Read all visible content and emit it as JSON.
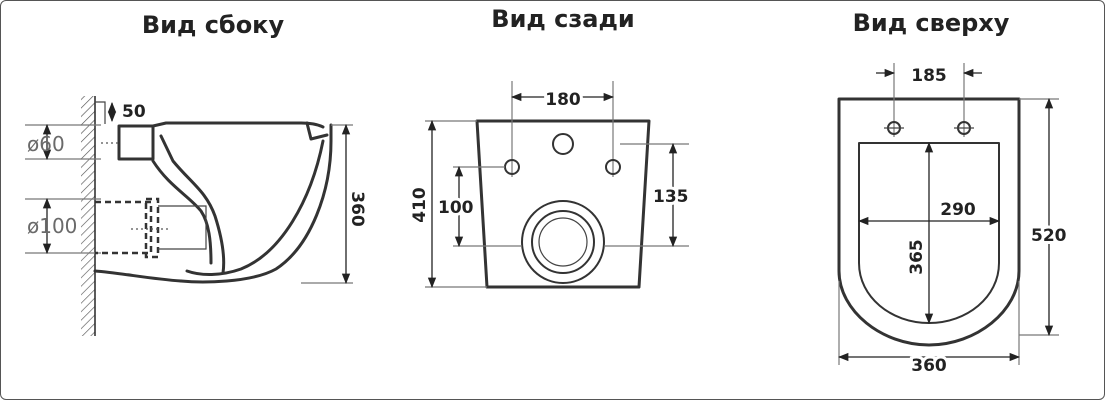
{
  "views": {
    "side": {
      "title": "Вид сбоку",
      "dim_gap": "50",
      "dim_small_pipe": "ø60",
      "dim_large_pipe": "ø100",
      "dim_height": "360"
    },
    "back": {
      "title": "Вид сзади",
      "dim_bolt_spacing": "180",
      "dim_height": "410",
      "dim_left_offset": "100",
      "dim_right_offset": "135"
    },
    "top": {
      "title": "Вид сверху",
      "dim_bolt_spacing": "185",
      "dim_bowl_width": "290",
      "dim_bowl_length": "365",
      "dim_total_length": "520",
      "dim_total_width": "360"
    }
  },
  "colors": {
    "line": "#333333",
    "text": "#222222",
    "muted": "#6a6a6a"
  }
}
